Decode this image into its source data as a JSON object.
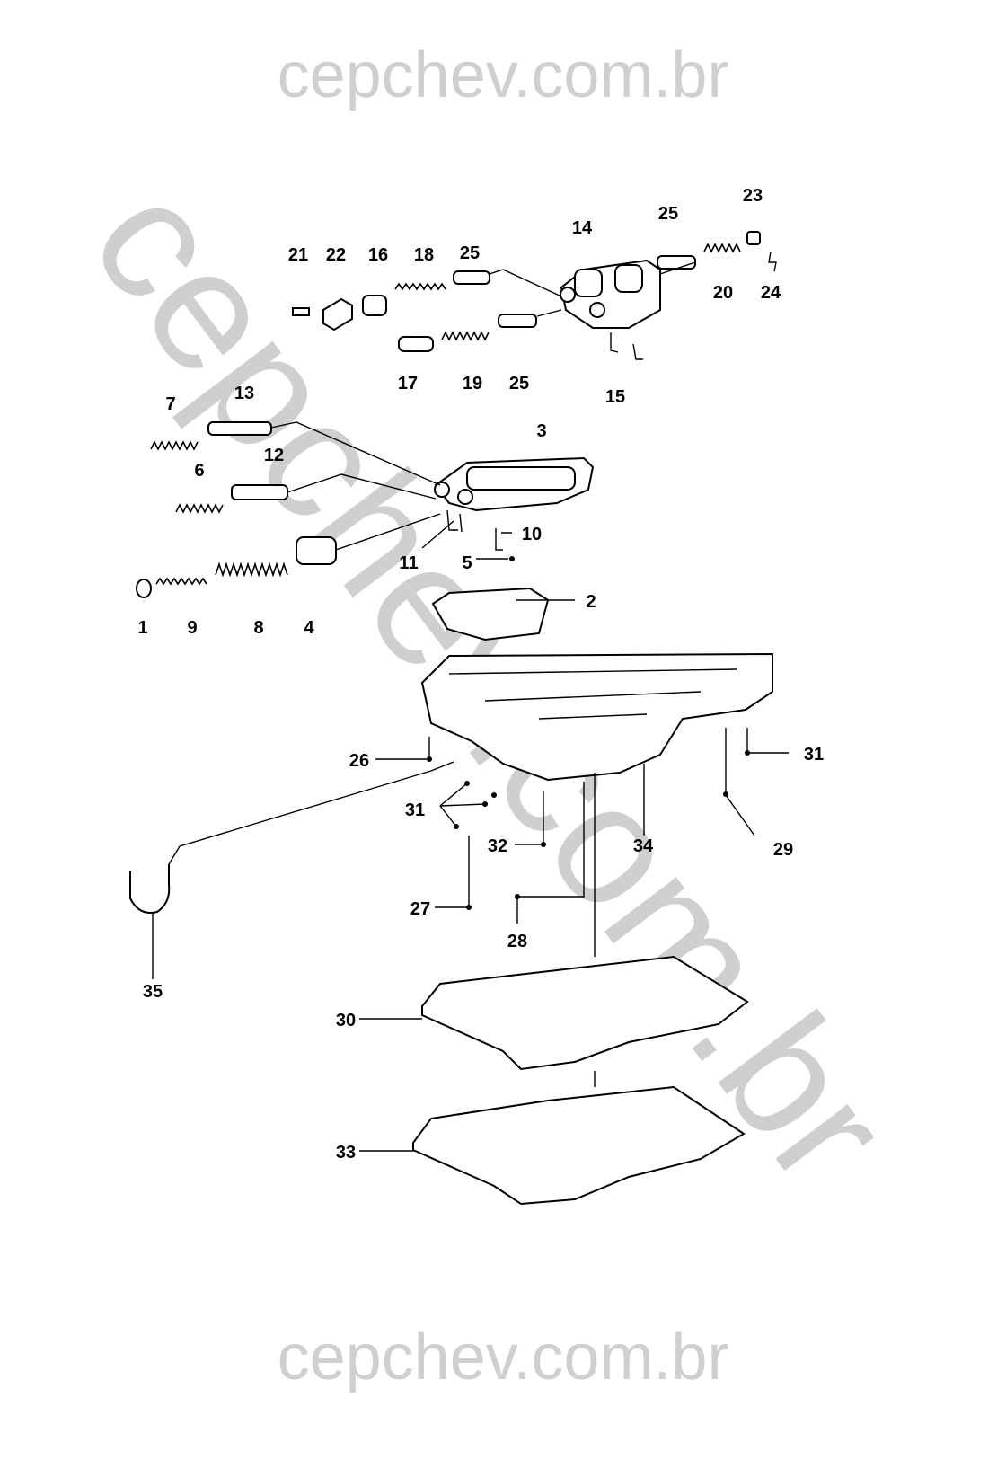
{
  "watermark": {
    "top": "cepchev.com.br",
    "bottom": "cepchev.com.br",
    "diagonal": "cepchev.com.br",
    "color": "#cfcfcf"
  },
  "labels": [
    "21",
    "22",
    "16",
    "18",
    "25",
    "14",
    "25",
    "23",
    "20",
    "24",
    "17",
    "19",
    "25",
    "15",
    "7",
    "13",
    "3",
    "6",
    "12",
    "10",
    "11",
    "5",
    "2",
    "1",
    "9",
    "8",
    "4",
    "26",
    "31",
    "31",
    "32",
    "34",
    "29",
    "27",
    "28",
    "35",
    "30",
    "33"
  ]
}
